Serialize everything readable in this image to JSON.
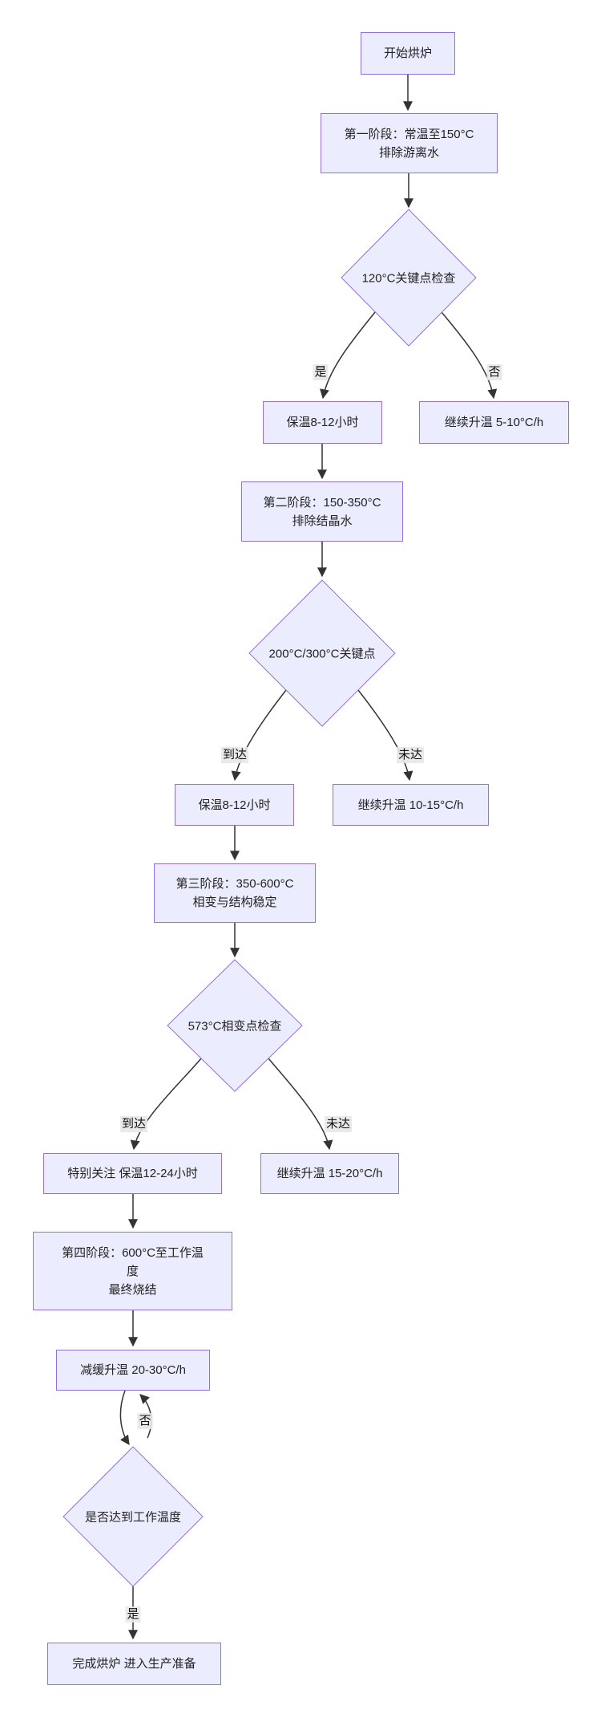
{
  "diagram": {
    "colors": {
      "node_fill": "#ECECFF",
      "node_border": "#9370DB",
      "edge_line": "#333333",
      "edge_label_bg": "#e8e8e8"
    },
    "nodes": {
      "start": {
        "lines": [
          "开始烘炉"
        ]
      },
      "stage1": {
        "lines": [
          "第一阶段：常温至150°C",
          "排除游离水"
        ]
      },
      "check120": {
        "lines": [
          "120°C关键点检查"
        ]
      },
      "hold1": {
        "lines": [
          "保温8-12小时"
        ]
      },
      "heat1": {
        "lines": [
          "继续升温 5-10°C/h"
        ]
      },
      "stage2": {
        "lines": [
          "第二阶段：150-350°C",
          "排除结晶水"
        ]
      },
      "check200": {
        "lines": [
          "200°C/300°C关键点"
        ]
      },
      "hold2": {
        "lines": [
          "保温8-12小时"
        ]
      },
      "heat2": {
        "lines": [
          "继续升温 10-15°C/h"
        ]
      },
      "stage3": {
        "lines": [
          "第三阶段：350-600°C",
          "相变与结构稳定"
        ]
      },
      "check573": {
        "lines": [
          "573°C相变点检查"
        ]
      },
      "hold3": {
        "lines": [
          "特别关注 保温12-24小时"
        ]
      },
      "heat3": {
        "lines": [
          "继续升温 15-20°C/h"
        ]
      },
      "stage4": {
        "lines": [
          "第四阶段：600°C至工作温",
          "度",
          "最终烧结"
        ]
      },
      "slowheat": {
        "lines": [
          "减缓升温 20-30°C/h"
        ]
      },
      "checkwork": {
        "lines": [
          "是否达到工作温度"
        ]
      },
      "done": {
        "lines": [
          "完成烘炉 进入生产准备"
        ]
      }
    },
    "edge_labels": {
      "yes1": "是",
      "no1": "否",
      "reach2": "到达",
      "miss2": "未达",
      "reach3": "到达",
      "miss3": "未达",
      "no4": "否",
      "yes4": "是"
    }
  }
}
